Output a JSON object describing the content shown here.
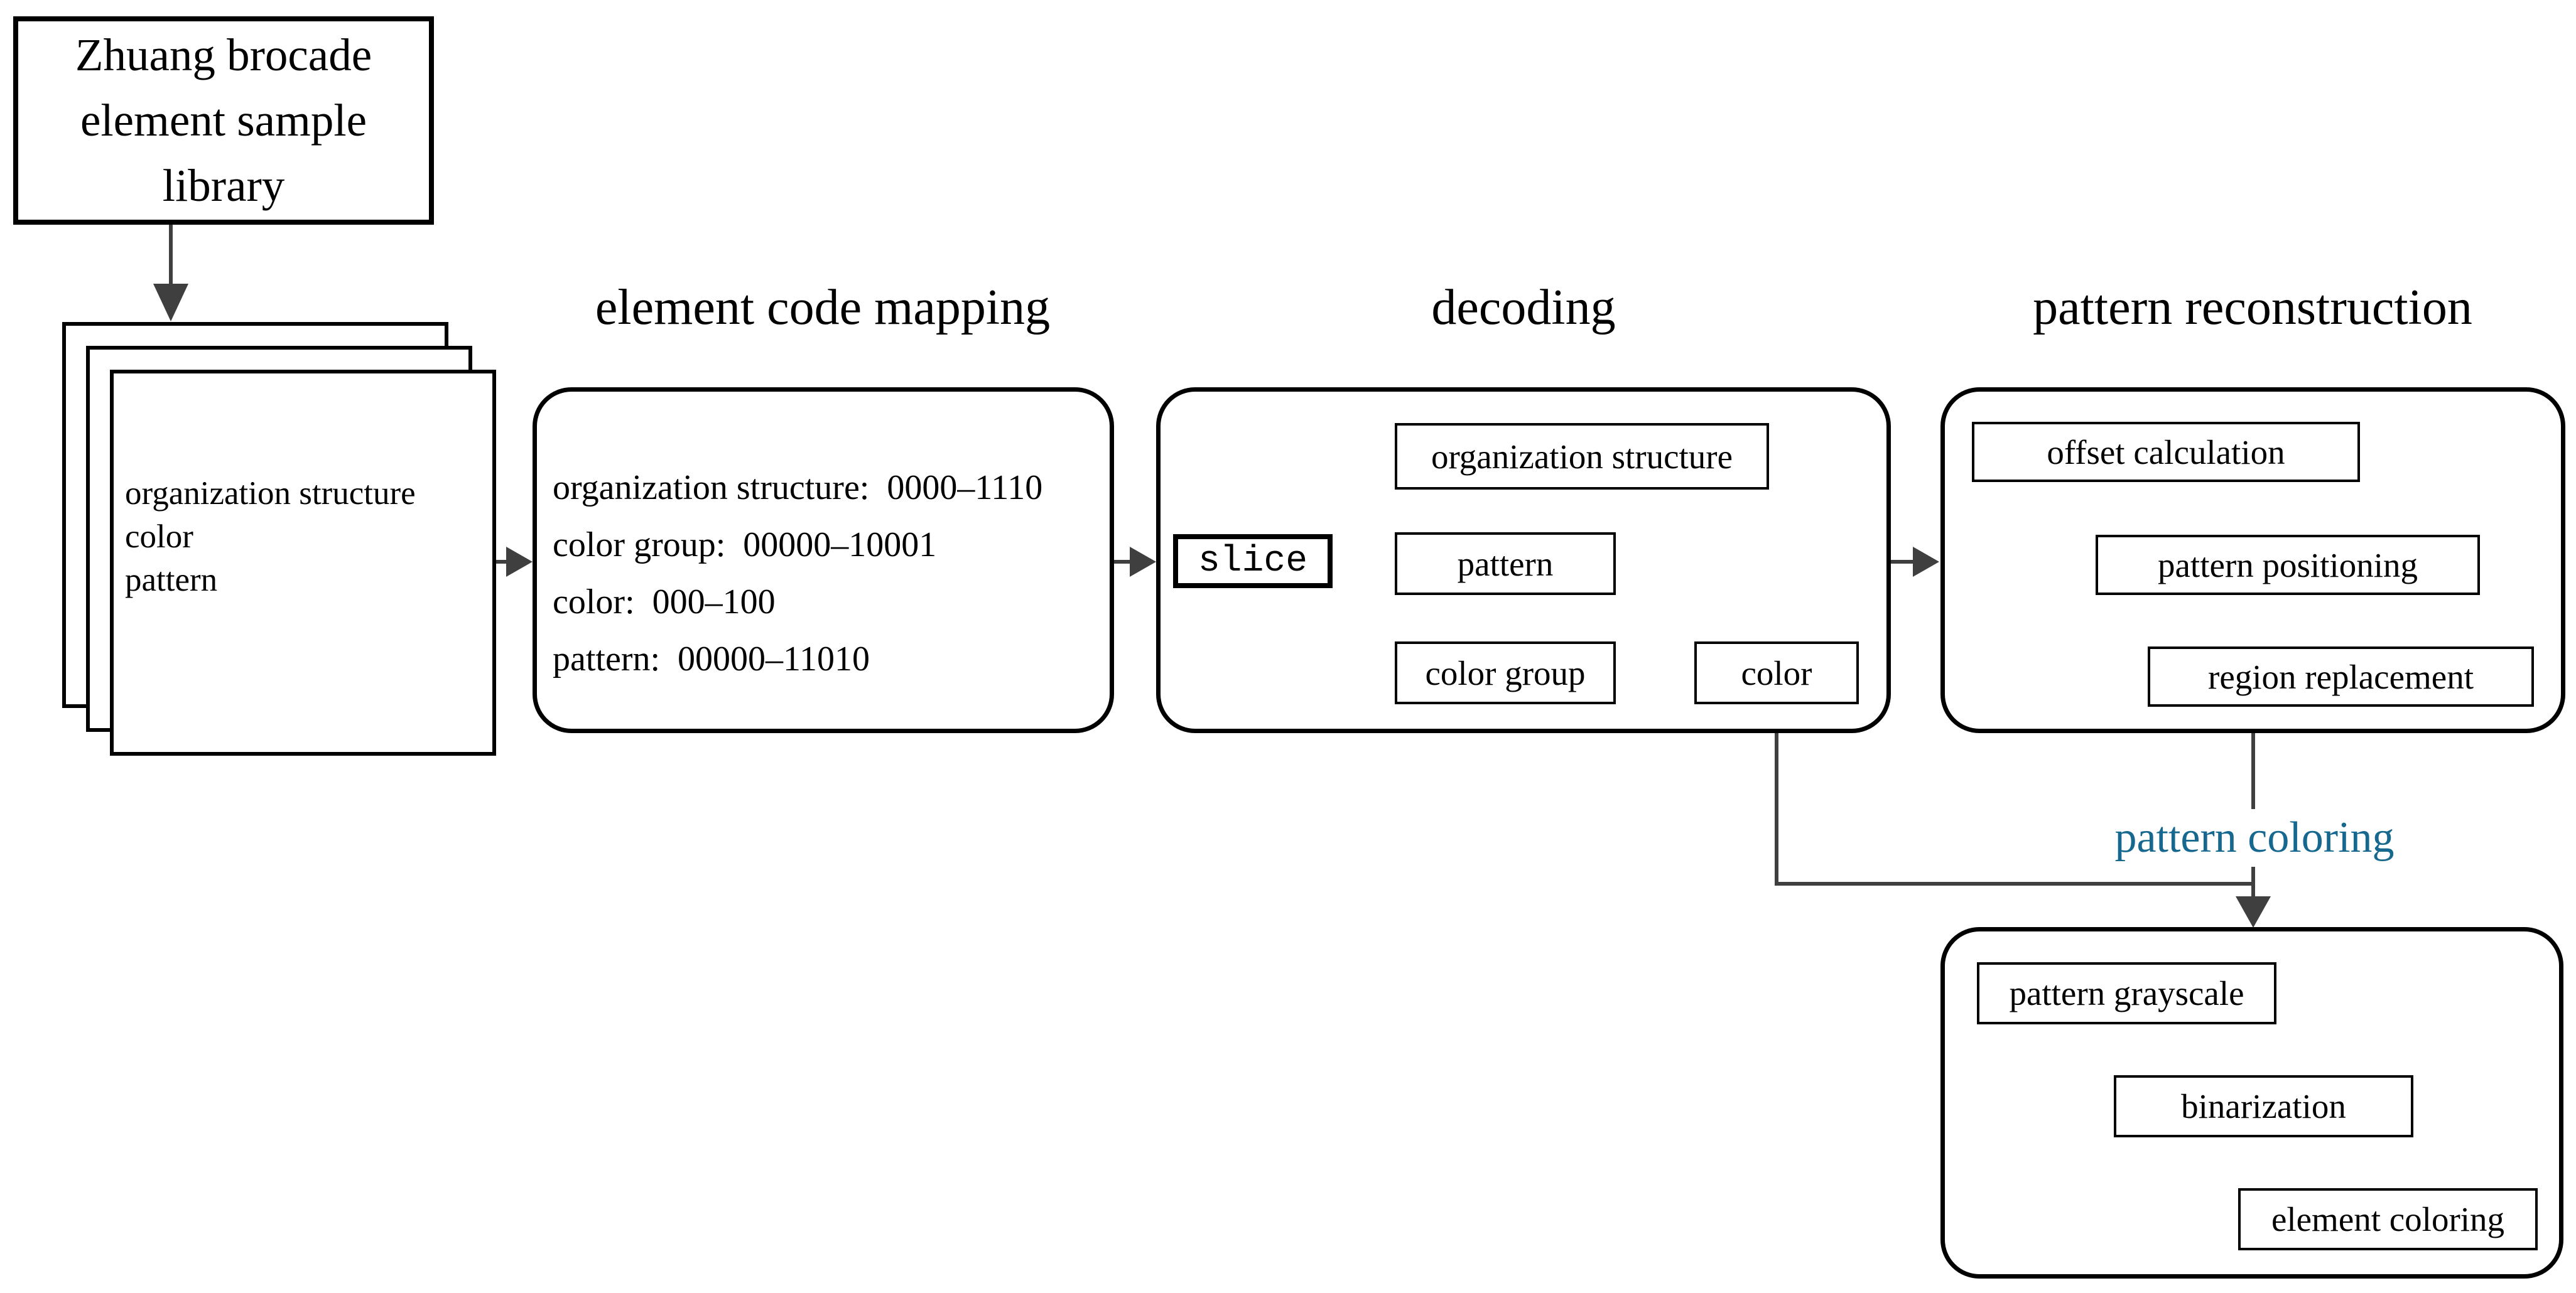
{
  "palette": {
    "accent_blue": "#17688e",
    "connector_dark": "#3f3f3f",
    "connector_gray": "#ababab",
    "box_border": "#000000",
    "background": "#ffffff"
  },
  "library_box": {
    "label": "Zhuang brocade element sample library"
  },
  "sample_stack": {
    "lines": [
      "organization structure",
      "color",
      "pattern"
    ]
  },
  "element_code_mapping": {
    "title": "element code mapping",
    "lines": [
      "organization structure:  0000–1110",
      "color group:  00000–10001",
      "color:  000–100",
      "pattern:  00000–11010"
    ]
  },
  "decoding": {
    "title": "decoding",
    "slice_label": "slice",
    "outputs": [
      "organization structure",
      "pattern",
      "color group"
    ],
    "color_label": "color"
  },
  "pattern_reconstruction": {
    "title": "pattern reconstruction",
    "steps": [
      "offset calculation",
      "pattern positioning",
      "region replacement"
    ]
  },
  "pattern_coloring": {
    "label": "pattern coloring",
    "steps": [
      "pattern grayscale",
      "binarization",
      "element coloring"
    ]
  }
}
